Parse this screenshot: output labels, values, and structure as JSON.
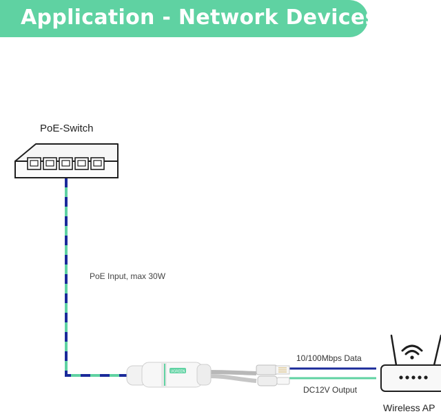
{
  "header": {
    "title": "Application - Network Devices"
  },
  "devices": {
    "switch_label": "PoE-Switch",
    "ap_label": "Wireless AP",
    "splitter_brand": "UGREEN"
  },
  "cables": {
    "poe_input_label": "PoE Input, max 30W",
    "data_label": "10/100Mbps Data",
    "power_label": "DC12V Output"
  },
  "colors": {
    "accent": "#5fd2a2",
    "cable_green": "#5fd2a2",
    "cable_blue": "#1a2a9a"
  },
  "icons": {
    "switch": "network-switch-icon",
    "router": "wireless-router-icon",
    "splitter": "poe-splitter-icon",
    "wifi": "wifi-icon"
  }
}
